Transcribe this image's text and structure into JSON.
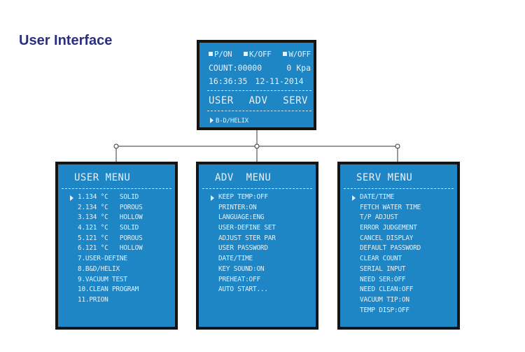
{
  "heading": "User Interface",
  "colors": {
    "screen_blue": "#1e86c5",
    "heading_navy": "#2b2f84",
    "frame": "#141414",
    "text": "#e6f1fb"
  },
  "main_screen": {
    "status": [
      "P/ON",
      "K/OFF",
      "W/OFF"
    ],
    "count_label": "COUNT:00000",
    "pressure": "0 Kpa",
    "time": "16:36:35",
    "date": "12-11-2014",
    "menus": [
      "USER",
      "ADV",
      "SERV"
    ],
    "selected_program": "B-D/HELIX"
  },
  "user_menu": {
    "title": "USER MENU",
    "selected_index": 0,
    "items": [
      "1.134 °C   SOLID",
      "2.134 °C   POROUS",
      "3.134 °C   HOLLOW",
      "4.121 °C   SOLID",
      "5.121 °C   POROUS",
      "6.121 °C   HOLLOW",
      "7.USER-DEFINE",
      "8.B&D/HELIX",
      "9.VACUUM TEST",
      "10.CLEAN PROGRAM",
      "11.PRION"
    ]
  },
  "adv_menu": {
    "title": "ADV  MENU",
    "selected_index": 0,
    "items": [
      "KEEP TEMP:OFF",
      "PRINTER:ON",
      "LANGUAGE:ENG",
      "USER-DEFINE SET",
      "ADJUST STER PAR",
      "USER PASSWORD",
      "DATE/TIME",
      "KEY SOUND:ON",
      "PREHEAT:OFF",
      "AUTO START..."
    ]
  },
  "serv_menu": {
    "title": "SERV MENU",
    "selected_index": 0,
    "items": [
      "DATE/TIME",
      "FETCH WATER TIME",
      "T/P ADJUST",
      "ERROR JUDGEMENT",
      "CANCEL DISPLAY",
      "DEFAULT PASSWORD",
      "CLEAR COUNT",
      "SERIAL INPUT",
      "NEED SER:OFF",
      "NEED CLEAN:OFF",
      "VACUUM TIP:ON",
      "TEMP DISP:OFF"
    ]
  }
}
